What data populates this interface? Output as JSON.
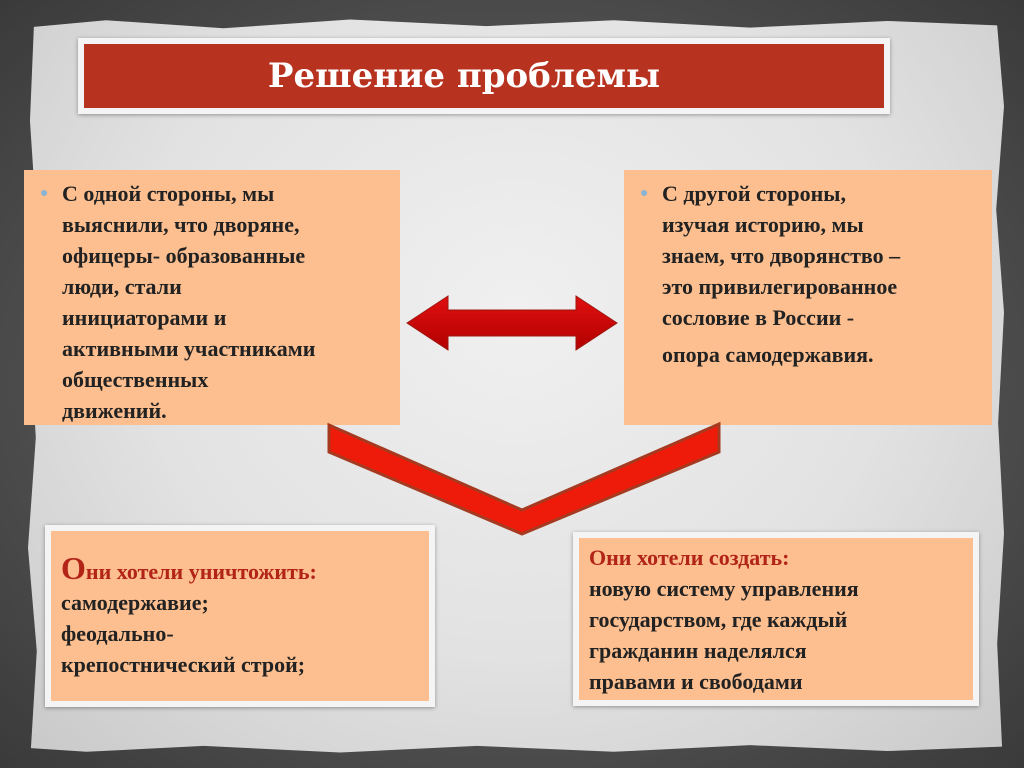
{
  "slide": {
    "title": "Решение проблемы",
    "left_card": {
      "lines": [
        "С одной стороны, мы",
        "выяснили, что дворяне,",
        "офицеры- образованные",
        "люди, стали",
        "инициаторами и",
        "активными участниками",
        "общественных",
        "движений."
      ]
    },
    "right_card": {
      "lines": [
        "С другой стороны,",
        "изучая историю, мы",
        "знаем, что дворянство –",
        "это привилегированное",
        "сословие в России  -",
        "опора самодержавия."
      ]
    },
    "destroy_card": {
      "heading_initial": "О",
      "heading_rest": "ни хотели уничтожить:",
      "lines": [
        "самодержавие;",
        "феодально-",
        "крепостнический строй;"
      ]
    },
    "create_card": {
      "heading": "Они хотели создать:",
      "lines": [
        "новую систему управления",
        "государством, где каждый",
        "гражданин наделялся",
        "правами и свободами"
      ]
    },
    "colors": {
      "title_bar": "#b83220",
      "card_fill": "#fdbf8f",
      "arrow_red": "#cc0000",
      "chevron_red": "#ee1b0b",
      "heading_red": "#b32418",
      "bullet": "#8ab4d4"
    },
    "icons": [
      "double-headed-arrow-icon",
      "chevron-down-icon",
      "bullet-dot-icon"
    ]
  }
}
